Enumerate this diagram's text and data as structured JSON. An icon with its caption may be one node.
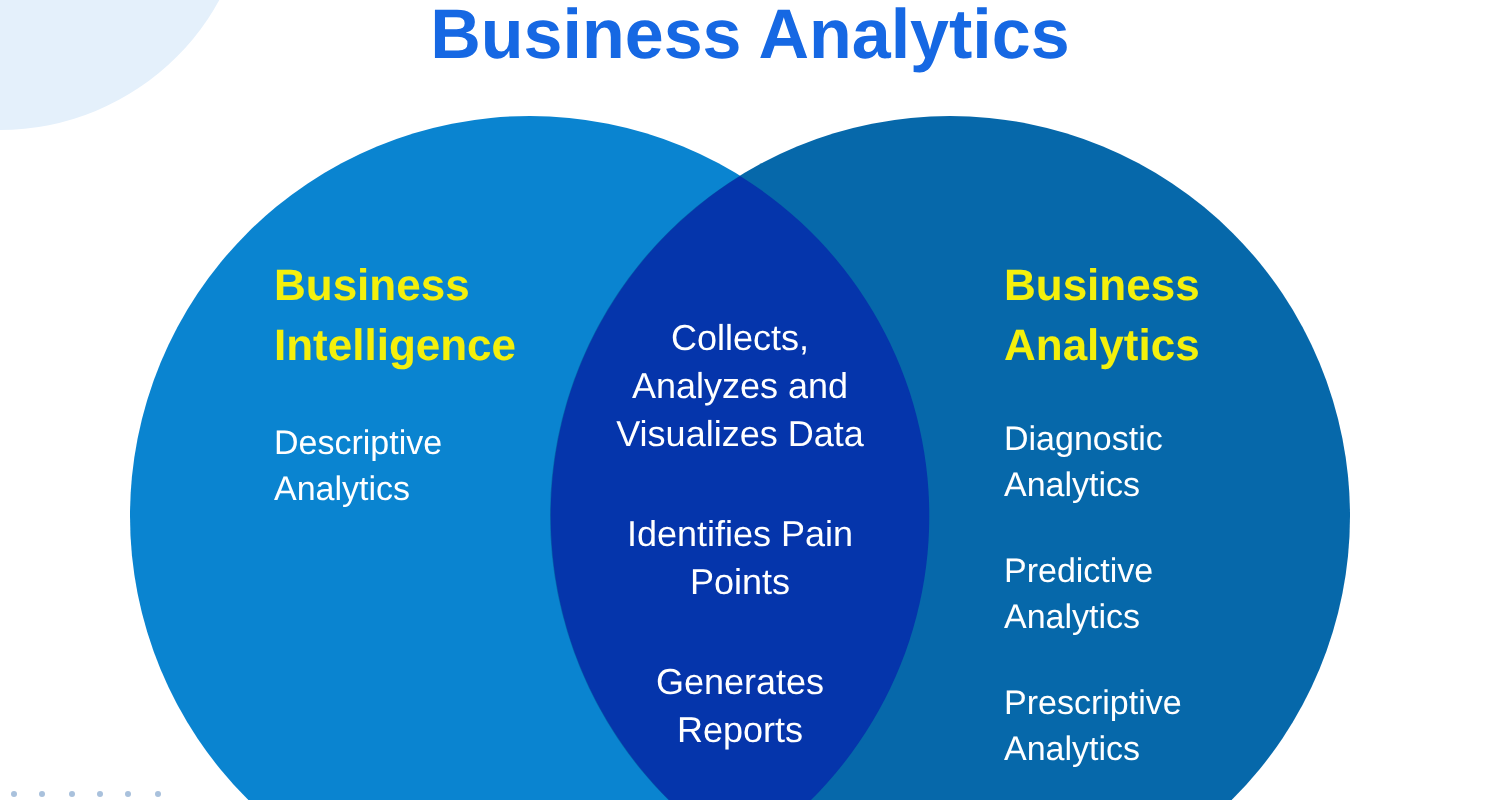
{
  "diagram": {
    "title": "Business Analytics",
    "nodes": [
      {
        "text": [
          "Business Intelligence",
          "Descriptive Analytics"
        ]
      },
      {
        "text": [
          "Business Analytics",
          "Diagnostic Analytics",
          "Predictive Analytics",
          "Prescriptive Analytics"
        ]
      },
      {
        "text": [
          "Collects, Analyzes and Visualizes Data",
          "Identifies Pain Points",
          "Generates Reports"
        ]
      }
    ]
  }
}
